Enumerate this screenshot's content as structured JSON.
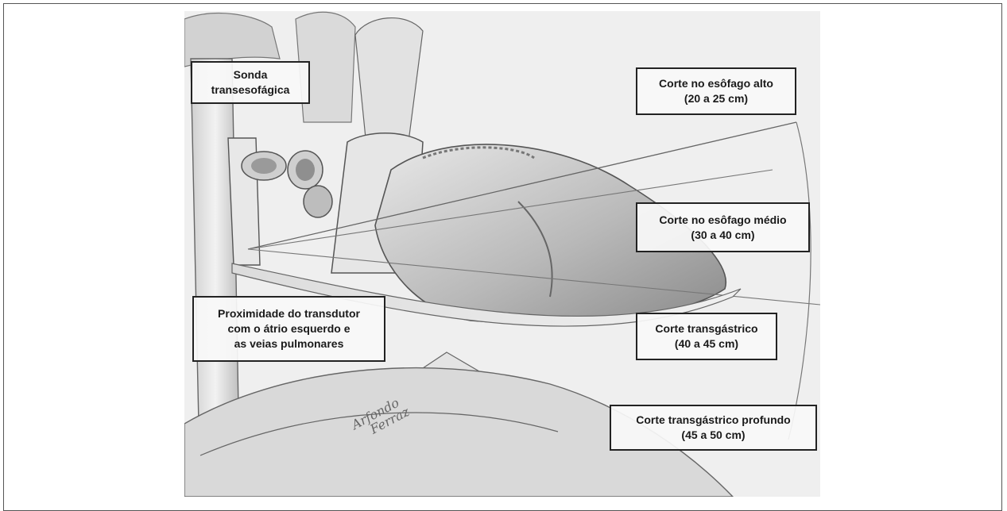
{
  "labels": {
    "probe": {
      "line1": "Sonda",
      "line2": "transesofágica"
    },
    "upper_esophagus": {
      "line1": "Corte no esôfago alto",
      "line2": "(20 a 25 cm)"
    },
    "mid_esophagus": {
      "line1": "Corte no esôfago médio",
      "line2": "(30 a 40 cm)"
    },
    "transgastric": {
      "line1": "Corte transgástrico",
      "line2": "(40 a 45 cm)"
    },
    "deep_transgastric": {
      "line1": "Corte transgástrico profundo",
      "line2": "(45 a 50 cm)"
    },
    "proximity": {
      "line1": "Proximidade do transdutor",
      "line2": "com o átrio esquerdo e",
      "line3": "as veias pulmonares"
    }
  },
  "signature": {
    "line1": "Arfondo",
    "line2": "Ferraz"
  }
}
